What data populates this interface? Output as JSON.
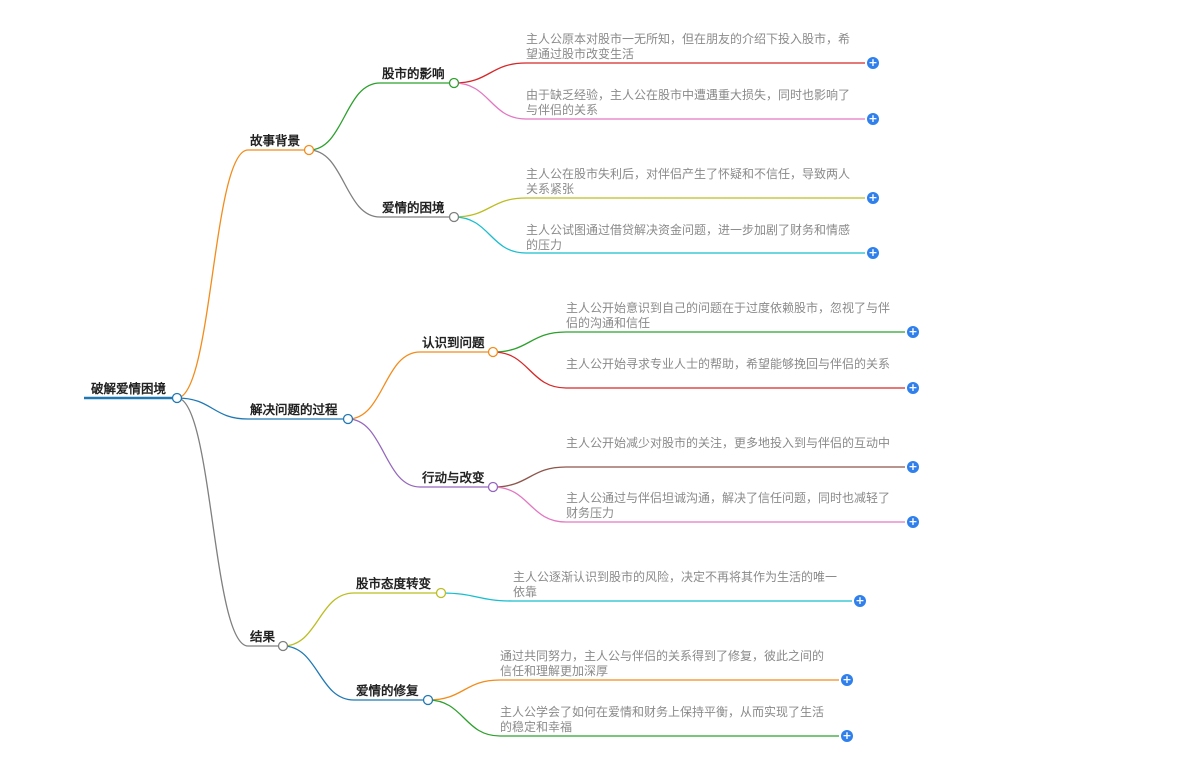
{
  "root": {
    "label": "破解爱情困境",
    "color": "#1f78b4"
  },
  "branches": [
    {
      "label": "故事背景",
      "color": "#f28c1c",
      "children": [
        {
          "label": "股市的影响",
          "color": "#2ca02c",
          "leaves": [
            {
              "text": "主人公原本对股市一无所知，但在朋友的介绍下投入股市，希望通过股市改变生活",
              "color": "#d62728"
            },
            {
              "text": "由于缺乏经验，主人公在股市中遭遇重大损失，同时也影响了与伴侣的关系",
              "color": "#e377c2"
            }
          ]
        },
        {
          "label": "爱情的困境",
          "color": "#7f7f7f",
          "leaves": [
            {
              "text": "主人公在股市失利后，对伴侣产生了怀疑和不信任，导致两人关系紧张",
              "color": "#bcbd22"
            },
            {
              "text": "主人公试图通过借贷解决资金问题，进一步加剧了财务和情感的压力",
              "color": "#17becf"
            }
          ]
        }
      ]
    },
    {
      "label": "解决问题的过程",
      "color": "#1f78b4",
      "children": [
        {
          "label": "认识到问题",
          "color": "#f28c1c",
          "leaves": [
            {
              "text": "主人公开始意识到自己的问题在于过度依赖股市，忽视了与伴侣的沟通和信任",
              "color": "#2ca02c"
            },
            {
              "text": "主人公开始寻求专业人士的帮助，希望能够挽回与伴侣的关系",
              "color": "#d62728"
            }
          ]
        },
        {
          "label": "行动与改变",
          "color": "#9467bd",
          "leaves": [
            {
              "text": "主人公开始减少对股市的关注，更多地投入到与伴侣的互动中",
              "color": "#8c564b"
            },
            {
              "text": "主人公通过与伴侣坦诚沟通，解决了信任问题，同时也减轻了财务压力",
              "color": "#e377c2"
            }
          ]
        }
      ]
    },
    {
      "label": "结果",
      "color": "#7f7f7f",
      "children": [
        {
          "label": "股市态度转变",
          "color": "#bcbd22",
          "leaves": [
            {
              "text": "主人公逐渐认识到股市的风险，决定不再将其作为生活的唯一依靠",
              "color": "#17becf"
            }
          ]
        },
        {
          "label": "爱情的修复",
          "color": "#1f78b4",
          "leaves": [
            {
              "text": "通过共同努力，主人公与伴侣的关系得到了修复，彼此之间的信任和理解更加深厚",
              "color": "#f28c1c"
            },
            {
              "text": "主人公学会了如何在爱情和财务上保持平衡，从而实现了生活的稳定和幸福",
              "color": "#2ca02c"
            }
          ]
        }
      ]
    }
  ],
  "expand_icon": "plus-icon",
  "expand_color": "#2f80ed"
}
